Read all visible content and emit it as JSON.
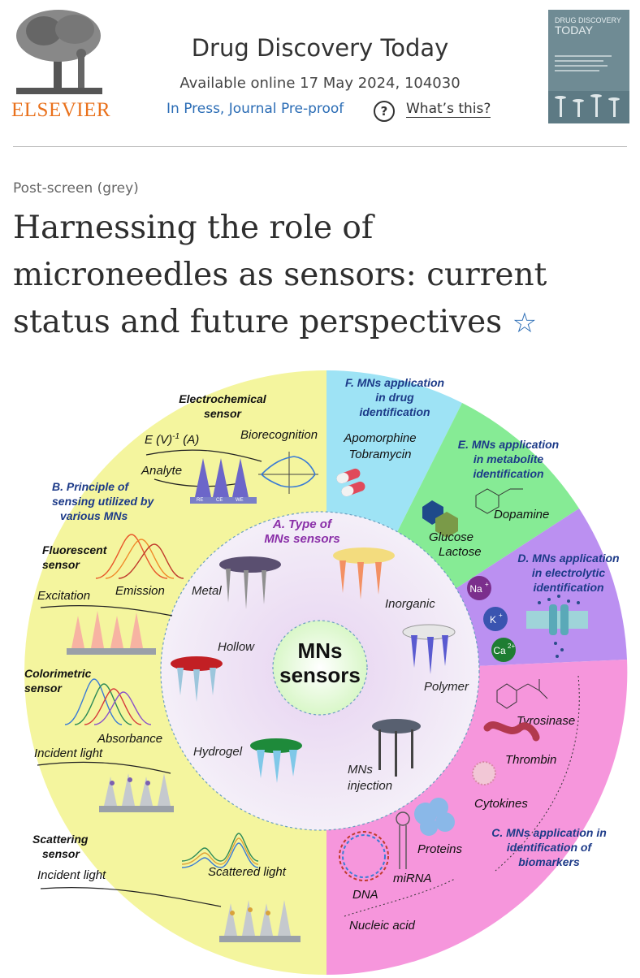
{
  "header": {
    "publisher": "ELSEVIER",
    "journal": "Drug Discovery Today",
    "available": "Available online 17 May 2024, 104030",
    "status": "In Press, Journal Pre-proof",
    "help_link": "What’s this?",
    "cover": {
      "title_line1": "DRUG DISCOVERY",
      "title_line2": "TODAY"
    }
  },
  "article": {
    "section": "Post-screen (grey)",
    "title_lines": [
      "Harnessing the role of",
      "microneedles as sensors: current",
      "status and future perspectives"
    ]
  },
  "figure": {
    "center": [
      "MNs",
      "sensors"
    ],
    "a_title": [
      "A. Type of",
      "MNs sensors"
    ],
    "types": {
      "metal": "Metal",
      "inorganic": "Inorganic",
      "hollow": "Hollow",
      "polymer": "Polymer",
      "hydrogel": "Hydrogel",
      "injection": [
        "MNs",
        "injection"
      ]
    },
    "b_title": [
      "B. Principle of",
      "sensing utilized by",
      "various MNs"
    ],
    "electro": {
      "title": [
        "Electrochemical",
        "sensor"
      ],
      "axis": "E (V)",
      "axis_sup": "-1",
      "axis_tail": " (A)",
      "bio": "Biorecognition",
      "analyte": "Analyte",
      "electrodes": [
        "RE",
        "CE",
        "WE"
      ]
    },
    "fluor": {
      "title": [
        "Fluorescent",
        "sensor"
      ],
      "emission": "Emission",
      "excitation": "Excitation"
    },
    "color": {
      "title": [
        "Colorimetric",
        "sensor"
      ],
      "absorbance": "Absorbance",
      "incident": "Incident light"
    },
    "scatter": {
      "title": [
        "Scattering",
        "sensor"
      ],
      "incident": "Incident light",
      "scattered": "Scattered light"
    },
    "f": {
      "title": [
        "F. MNs application",
        "in drug",
        "identification"
      ],
      "drugs": [
        "Apomorphine",
        "Tobramycin"
      ]
    },
    "e": {
      "title": [
        "E. MNs application",
        "in metabolite",
        "identification"
      ],
      "dopamine": "Dopamine",
      "glucose": "Glucose",
      "lactose": "Lactose"
    },
    "d": {
      "title": [
        "D. MNs application",
        "in electrolytic",
        "identification"
      ],
      "ions": [
        "Na",
        "K",
        "Ca"
      ],
      "ion_sup": [
        "+",
        "+",
        "2+"
      ]
    },
    "c": {
      "title": [
        "C. MNs application in",
        "identification of",
        "biomarkers"
      ],
      "tyrosinase": "Tyrosinase",
      "thrombin": "Thrombin",
      "cytokines": "Cytokines",
      "proteins": "Proteins",
      "mirna": "miRNA",
      "dna": "DNA",
      "nucleic": "Nucleic acid"
    },
    "colors": {
      "yellow": "#f3f59a",
      "cyan": "#8fe0f5",
      "green": "#7fea8d",
      "purple": "#b88bf0",
      "pink": "#f48fd9",
      "inner": "#ece4f4"
    }
  }
}
